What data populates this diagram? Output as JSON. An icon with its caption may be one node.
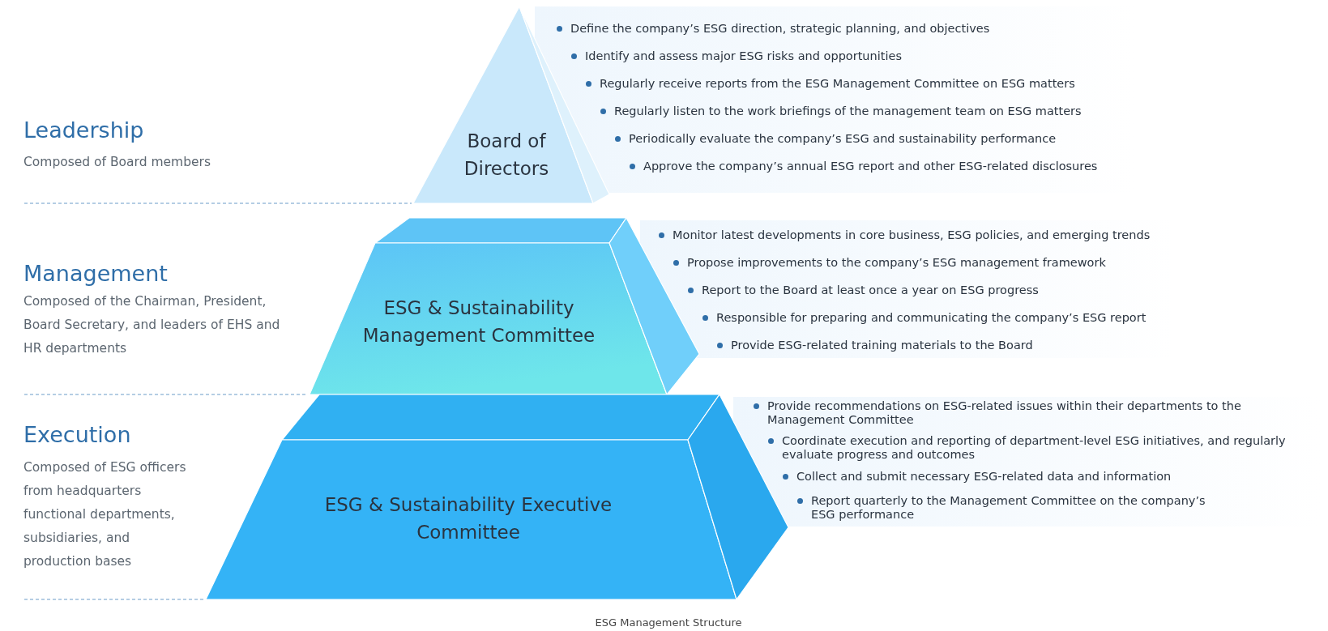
{
  "diagram": {
    "caption": "ESG Management Structure",
    "nodes": [
      {
        "text": [
          "Board of Directors"
        ]
      },
      {
        "text": [
          "ESG & Sustainability Management Committee"
        ]
      },
      {
        "text": [
          "ESG & Sustainability Executive Committee"
        ]
      }
    ],
    "labels": [
      "Leadership",
      "Composed of Board members",
      "Define the company’s ESG direction, strategic planning, and objectives",
      "Identify and assess major ESG risks and opportunities",
      "Regularly receive reports from the ESG Management Committee on ESG matters",
      "Regularly listen to the work briefings of the management team on ESG matters",
      "Periodically evaluate the company’s ESG and sustainability performance",
      "Approve the company’s annual ESG report and other ESG-related disclosures",
      "Management",
      "Composed of the Chairman, President, Board Secretary, and leaders of EHS and HR departments",
      "Monitor latest developments in core business, ESG policies, and emerging trends",
      "Propose improvements to the company’s ESG management framework",
      "Report to the Board at least once a year on ESG progress",
      "Responsible for preparing and communicating the company’s ESG report",
      "Provide ESG-related training materials to the Board",
      "Execution",
      "Composed of ESG officers from headquarters functional departments, subsidiaries, and production bases",
      "Provide recommendations on ESG-related issues within their departments to the Management Committee",
      "Coordinate execution and reporting of department-level ESG initiatives, and regularly evaluate progress and outcomes",
      "Collect and submit necessary ESG-related data and information",
      "Report quarterly to the Management Committee on the company’s ESG performance"
    ]
  }
}
